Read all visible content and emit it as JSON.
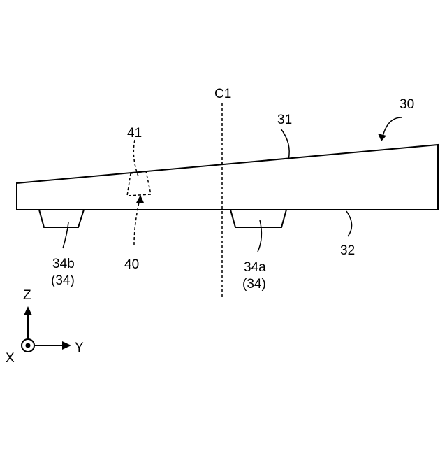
{
  "labels": {
    "device": "30",
    "top_surface": "31",
    "bottom_surface": "32",
    "center_line": "C1",
    "element_40": "40",
    "element_41": "41",
    "foot_a": "34a",
    "foot_a_group": "(34)",
    "foot_b": "34b",
    "foot_b_group": "(34)"
  },
  "axes": {
    "z": "Z",
    "x": "X",
    "y": "Y"
  }
}
